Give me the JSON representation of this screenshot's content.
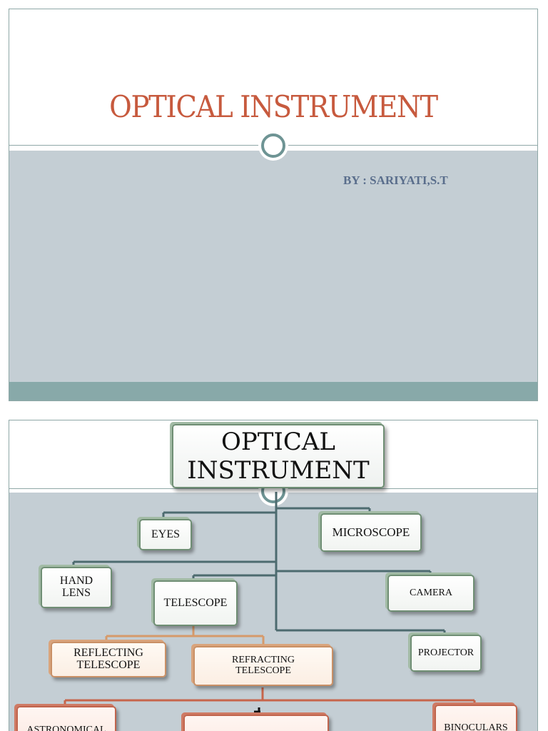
{
  "slide1": {
    "title": "OPTICAL INSTRUMENT",
    "byline": "BY : SARIYATI,S.T"
  },
  "slide2": {
    "diagram": {
      "root": "OPTICAL INSTRUMENT",
      "nodes": {
        "eyes": "EYES",
        "microscope": "MICROSCOPE",
        "hand_lens": "HAND LENS",
        "telescope": "TELESCOPE",
        "camera": "CAMERA",
        "reflecting_telescope": "REFLECTING TELESCOPE",
        "refracting_telescope": "REFRACTING TELESCOPE",
        "projector": "PROJECTOR",
        "astronomical": "ASTRONOMICAL",
        "binoculars": "BINOCULARS"
      },
      "colors": {
        "main_connector": "#4d6b6f",
        "orange_connector": "#d69a6a",
        "red_connector": "#c7654b"
      }
    }
  },
  "theme": {
    "title_color": "#c75a3e",
    "byline_color": "#5a6e8c",
    "gray_band": "#c4ced4",
    "accent_teal": "#88a9a9"
  }
}
